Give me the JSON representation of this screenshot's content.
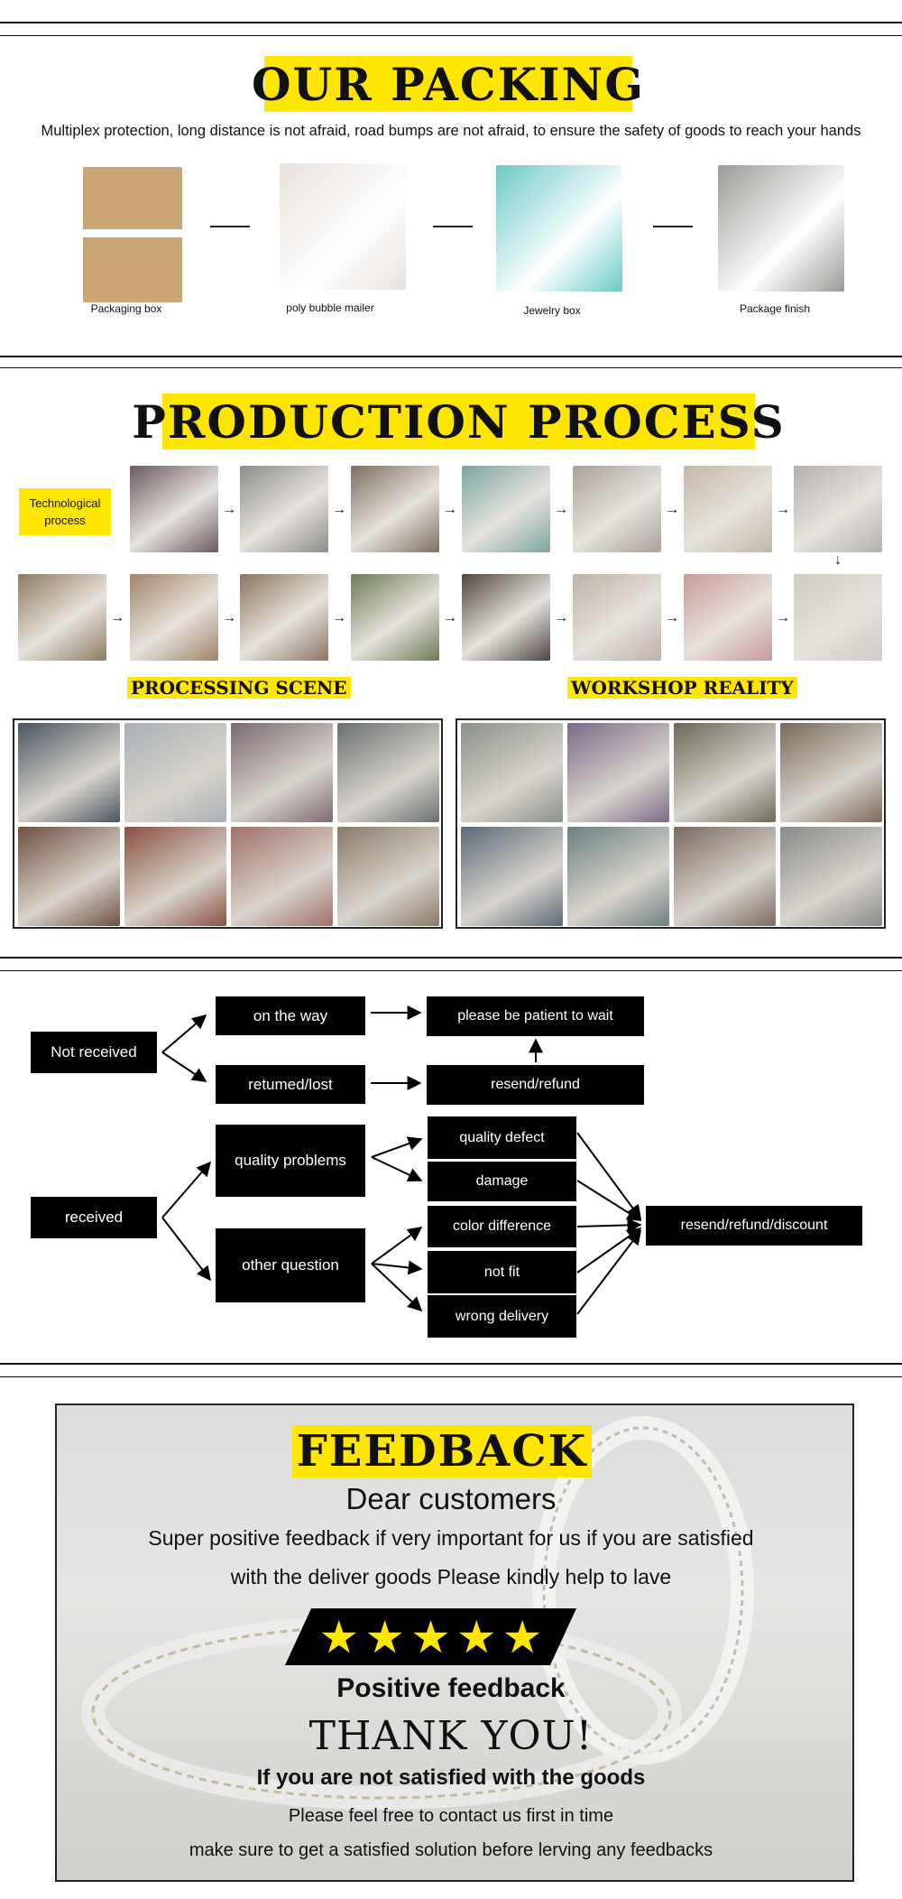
{
  "packing": {
    "title": "OUR PACKING",
    "description": "Multiplex protection, long distance is not afraid, road bumps are not afraid, to ensure the safety of goods to reach your hands",
    "items": [
      {
        "label": "Packaging box",
        "color": "#c9a574"
      },
      {
        "label": "poly bubble mailer",
        "color": "#e8e2dc"
      },
      {
        "label": "Jewelry box",
        "color": "#6cc9c6"
      },
      {
        "label": "Package finish",
        "color": "#9a9a96"
      }
    ]
  },
  "production": {
    "title": "PRODUCTION PROCESS",
    "tag": "Technological process",
    "row1_colors": [
      "#6a5a60",
      "#8c8c8a",
      "#7d6f60",
      "#7aa5a0",
      "#a9a19a",
      "#c2b8a6",
      "#b4b0ad"
    ],
    "row2_colors": [
      "#8e7a60",
      "#a08468",
      "#8a7560",
      "#6c7a55",
      "#4e4540",
      "#bdb2a8",
      "#c89a9a",
      "#cfcac4"
    ]
  },
  "scenes": {
    "processing_title": "PROCESSING SCENE",
    "workshop_title": "WORKSHOP REALITY",
    "processing_colors": [
      "#4a5560",
      "#aab0b5",
      "#7a6a70",
      "#6a7070",
      "#6e5040",
      "#8a5040",
      "#a07068",
      "#8a7a68"
    ],
    "workshop_colors": [
      "#8a9088",
      "#7a6a88",
      "#6a6a5a",
      "#7a6a5a",
      "#5a6a78",
      "#6a8080",
      "#7a6a60",
      "#8a8a88"
    ]
  },
  "flow": {
    "not_received": "Not received",
    "on_the_way": "on the way",
    "returned_lost": "retumed/lost",
    "patient": "please be patient to wait",
    "resend_refund": "resend/refund",
    "received": "received",
    "quality_problems": "quality problems",
    "other_question": "other question",
    "quality_defect": "quality defect",
    "damage": "damage",
    "color_difference": "color difference",
    "not_fit": "not fit",
    "wrong_delivery": "wrong delivery",
    "final": "resend/refund/discount"
  },
  "feedback": {
    "title": "FEEDBACK",
    "dear": "Dear customers",
    "line1": "Super positive feedback if very important for us if you are satisfied",
    "line2": "with the deliver goods Please kindly help to lave",
    "stars": 5,
    "positive": "Positive feedback",
    "thanks": "THANK YOU!",
    "not_satisfied": "If you are not satisfied with the goods",
    "contact": "Please feel free to contact us first in time",
    "solution": "make sure to get a satisfied solution before lerving any feedbacks"
  }
}
